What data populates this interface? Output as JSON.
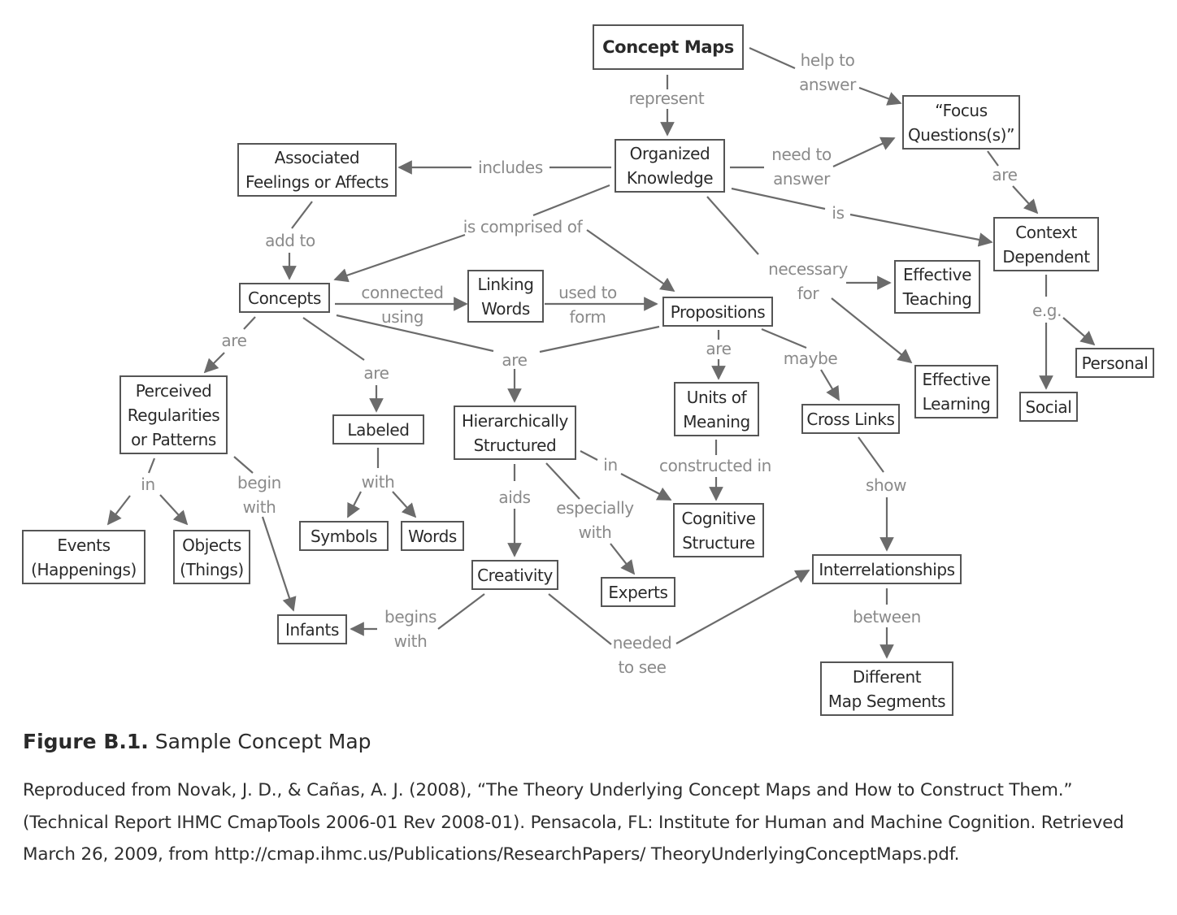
{
  "figure": {
    "label": "Figure B.1.",
    "title": "Sample Concept Map",
    "source": "Reproduced from Novak, J. D., & Cañas, A. J. (2008), “The Theory Underlying Concept Maps and How to Construct Them.” (Technical Report IHMC CmapTools 2006-01 Rev 2008-01). Pensacola, FL: Institute for Human and Machine Cognition. Retrieved March 26, 2009, from http://cmap.ihmc.us/Publications/ResearchPapers/ TheoryUnderlyingConceptMaps.pdf."
  },
  "colors": {
    "node_border": "#555555",
    "node_text": "#2a2a2a",
    "link_text": "#8a8a8a",
    "edge": "#6b6b6b"
  },
  "nodes": [
    {
      "id": "concept-maps",
      "text": "Concept Maps",
      "bold": true
    },
    {
      "id": "organized-knowledge",
      "text": "Organized\nKnowledge"
    },
    {
      "id": "focus-questions",
      "text": "“Focus\nQuestions(s)”"
    },
    {
      "id": "associated-feelings",
      "text": "Associated\nFeelings or Affects"
    },
    {
      "id": "context-dependent",
      "text": "Context\nDependent"
    },
    {
      "id": "concepts",
      "text": "Concepts"
    },
    {
      "id": "linking-words",
      "text": "Linking\nWords"
    },
    {
      "id": "propositions",
      "text": "Propositions"
    },
    {
      "id": "effective-teaching",
      "text": "Effective\nTeaching"
    },
    {
      "id": "effective-learning",
      "text": "Effective\nLearning"
    },
    {
      "id": "personal",
      "text": "Personal"
    },
    {
      "id": "social",
      "text": "Social"
    },
    {
      "id": "perceived-regularities",
      "text": "Perceived\nRegularities\nor Patterns"
    },
    {
      "id": "labeled",
      "text": "Labeled"
    },
    {
      "id": "hierarchically-structured",
      "text": "Hierarchically\nStructured"
    },
    {
      "id": "units-of-meaning",
      "text": "Units of\nMeaning"
    },
    {
      "id": "cross-links",
      "text": "Cross Links"
    },
    {
      "id": "events",
      "text": "Events\n(Happenings)"
    },
    {
      "id": "objects",
      "text": "Objects\n(Things)"
    },
    {
      "id": "symbols",
      "text": "Symbols"
    },
    {
      "id": "words",
      "text": "Words"
    },
    {
      "id": "cognitive-structure",
      "text": "Cognitive\nStructure"
    },
    {
      "id": "creativity",
      "text": "Creativity"
    },
    {
      "id": "experts",
      "text": "Experts"
    },
    {
      "id": "infants",
      "text": "Infants"
    },
    {
      "id": "interrelationships",
      "text": "Interrelationships"
    },
    {
      "id": "different-map-segments",
      "text": "Different\nMap Segments"
    }
  ],
  "links": [
    {
      "id": "help-to-answer",
      "text": "help to\nanswer"
    },
    {
      "id": "represent",
      "text": "represent"
    },
    {
      "id": "includes",
      "text": "includes"
    },
    {
      "id": "need-to-answer",
      "text": "need to\nanswer"
    },
    {
      "id": "are-focus",
      "text": "are"
    },
    {
      "id": "is",
      "text": "is"
    },
    {
      "id": "add-to",
      "text": "add to"
    },
    {
      "id": "is-comprised-of",
      "text": "is comprised of"
    },
    {
      "id": "necessary-for",
      "text": "necessary\nfor"
    },
    {
      "id": "connected-using",
      "text": "connected\nusing"
    },
    {
      "id": "used-to-form",
      "text": "used to\nform"
    },
    {
      "id": "eg",
      "text": "e.g."
    },
    {
      "id": "are-concepts-left",
      "text": "are"
    },
    {
      "id": "are-concepts-mid",
      "text": "are"
    },
    {
      "id": "are-hier",
      "text": "are"
    },
    {
      "id": "are-props",
      "text": "are"
    },
    {
      "id": "maybe",
      "text": "maybe"
    },
    {
      "id": "in-perceived",
      "text": "in"
    },
    {
      "id": "begin-with",
      "text": "begin\nwith"
    },
    {
      "id": "with-labeled",
      "text": "with"
    },
    {
      "id": "aids",
      "text": "aids"
    },
    {
      "id": "especially-with",
      "text": "especially\nwith"
    },
    {
      "id": "in-hier",
      "text": "in"
    },
    {
      "id": "constructed-in",
      "text": "constructed in"
    },
    {
      "id": "show",
      "text": "show"
    },
    {
      "id": "begins-with",
      "text": "begins\nwith"
    },
    {
      "id": "needed-to-see",
      "text": "needed\nto see"
    },
    {
      "id": "between",
      "text": "between"
    }
  ]
}
